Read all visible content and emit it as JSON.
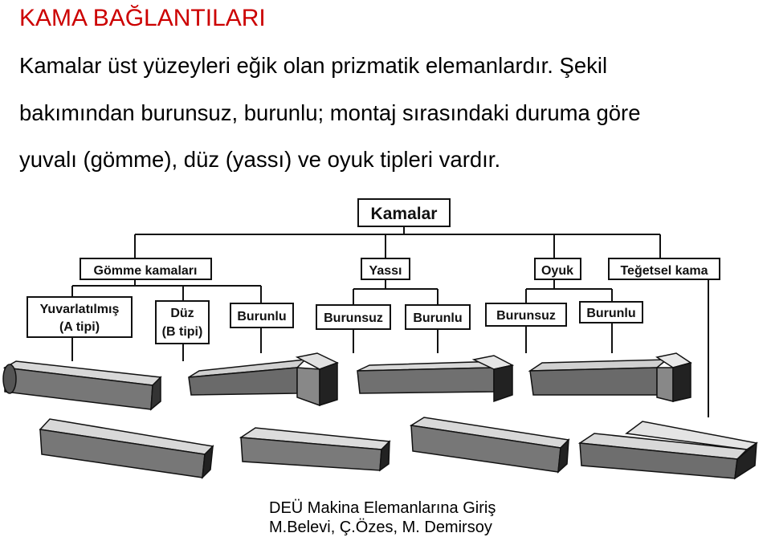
{
  "slide": {
    "title": "KAMA BAĞLANTILARI",
    "lines": [
      "Kamalar üst yüzeyleri eğik olan prizmatik elemanlardır. Şekil",
      "bakımından burunsuz, burunlu; montaj sırasındaki duruma göre",
      "yuvalı (gömme), düz (yassı) ve oyuk tipleri vardır."
    ]
  },
  "diagram": {
    "root": "Kamalar",
    "gomme": "Gömme kamaları",
    "yassi": "Yassı",
    "oyuk": "Oyuk",
    "tegetsel": "Teğetsel kama",
    "yuvarlatilmis_1": "Yuvarlatılmış",
    "yuvarlatilmis_2": "(A tipi)",
    "duz_1": "Düz",
    "duz_2": "(B tipi)",
    "burunlu_1": "Burunlu",
    "burunsuz_1": "Burunsuz",
    "burunlu_2": "Burunlu",
    "burunsuz_2": "Burunsuz",
    "burunlu_3": "Burunlu"
  },
  "footer": {
    "line1": "DEÜ Makina Elemanlarına Giriş",
    "line2": "M.Belevi, Ç.Özes, M. Demirsoy"
  }
}
